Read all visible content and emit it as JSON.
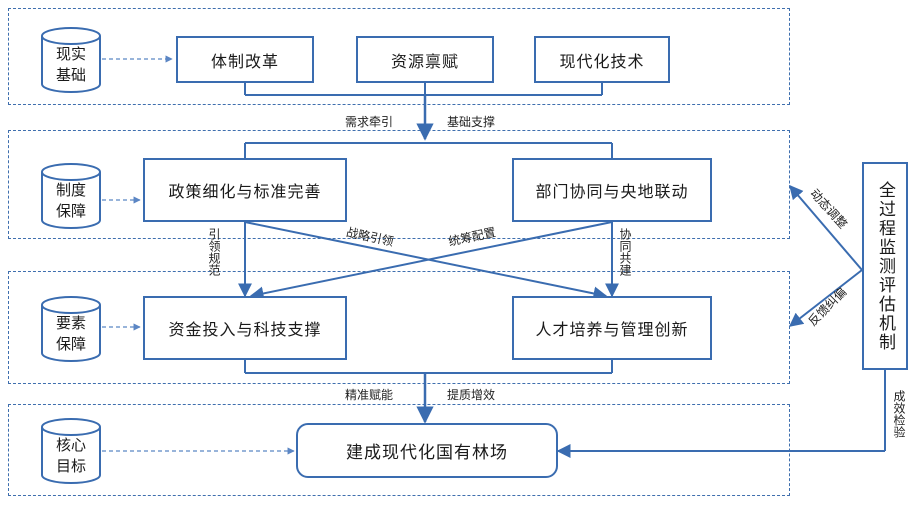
{
  "layers": [
    {
      "cylinder": [
        "现实",
        "基础"
      ]
    },
    {
      "cylinder": [
        "制度",
        "保障"
      ]
    },
    {
      "cylinder": [
        "要素",
        "保障"
      ]
    },
    {
      "cylinder": [
        "核心",
        "目标"
      ]
    }
  ],
  "boxes": {
    "institutional_reform": "体制改革",
    "resource_endowment": "资源禀赋",
    "modern_technology": "现代化技术",
    "policy_refinement": "政策细化与标准完善",
    "department_coordination": "部门协同与央地联动",
    "funding_tech": "资金投入与科技支撑",
    "talent_management": "人才培养与管理创新",
    "goal": "建成现代化国有林场",
    "monitoring": "全过程监测评估机制"
  },
  "labels": {
    "demand_pull": "需求牵引",
    "foundation_support": "基础支撑",
    "guide_regulate": "引领规范",
    "coordinate_build": "协同共建",
    "strategic_guidance": "战略引领",
    "overall_allocation": "统筹配置",
    "precise_empower": "精准赋能",
    "quality_efficiency": "提质增效",
    "dynamic_adjust": "动态调整",
    "feedback_correct": "反馈纠偏",
    "outcome_check": "成效检验"
  },
  "colors": {
    "line": "#3a6cb0",
    "dashed": "#3f6fae"
  }
}
